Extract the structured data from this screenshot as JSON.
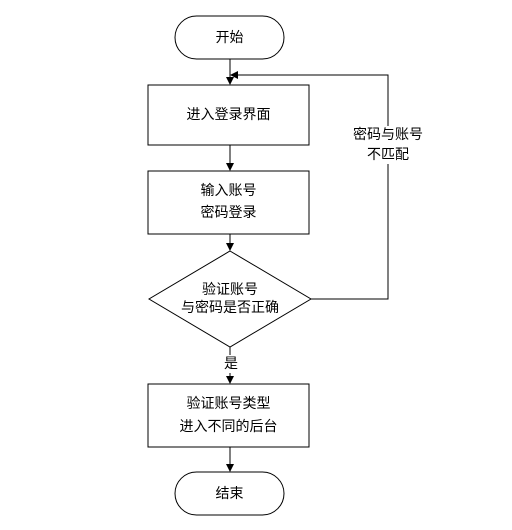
{
  "diagram": {
    "start_label": "开始",
    "enter_login_label": "进入登录界面",
    "input_account_line1": "输入账号",
    "input_account_line2": "密码登录",
    "verify_line1": "验证账号",
    "verify_line2": "与密码是否正确",
    "mismatch_line1": "密码与账号",
    "mismatch_line2": "不匹配",
    "yes_label": "是",
    "verify_type_line1": "验证账号类型",
    "verify_type_line2": "进入不同的后台",
    "end_label": "结束",
    "colors": {
      "stroke": "#000000",
      "fill": "#ffffff",
      "text": "#000000"
    }
  }
}
